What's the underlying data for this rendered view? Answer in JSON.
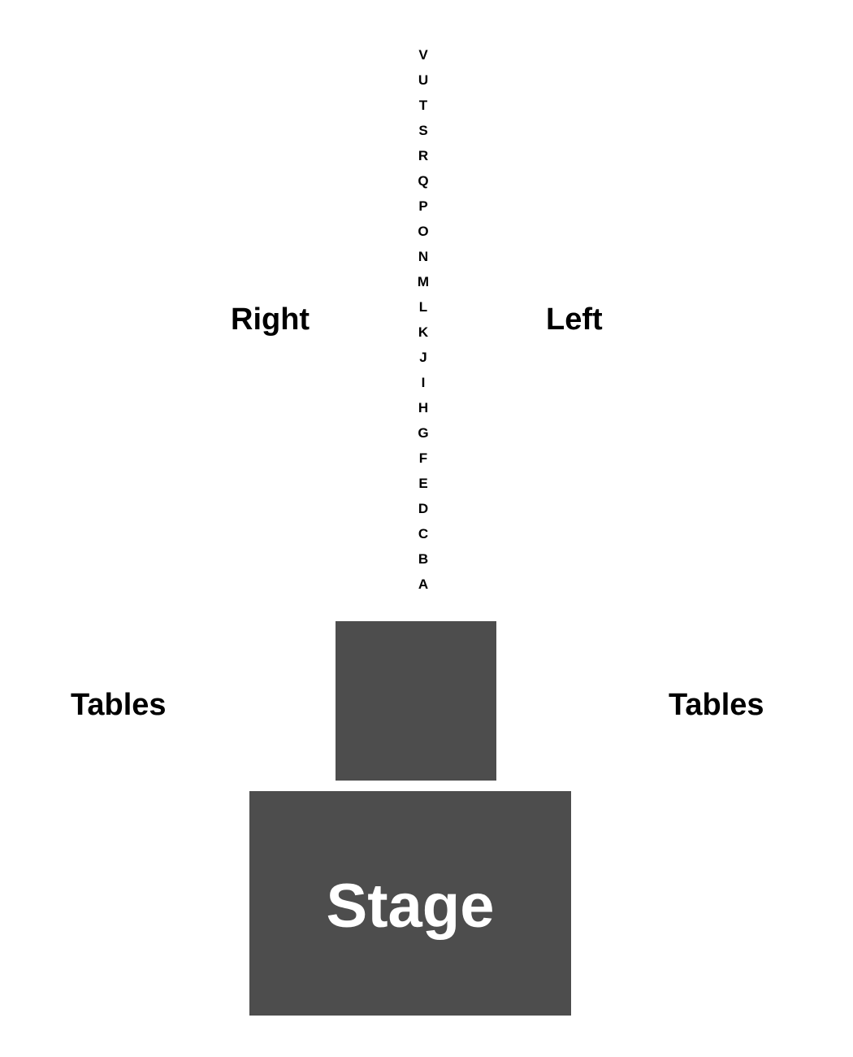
{
  "rows": [
    "V",
    "U",
    "T",
    "S",
    "R",
    "Q",
    "P",
    "O",
    "N",
    "M",
    "L",
    "K",
    "J",
    "I",
    "H",
    "G",
    "F",
    "E",
    "D",
    "C",
    "B",
    "A"
  ],
  "sections": {
    "right": "Right",
    "left": "Left",
    "tables_left": "Tables",
    "tables_right": "Tables"
  },
  "stage": {
    "label": "Stage"
  },
  "colors": {
    "block": "#4d4d4d",
    "text": "#000000",
    "stage_text": "#ffffff"
  }
}
